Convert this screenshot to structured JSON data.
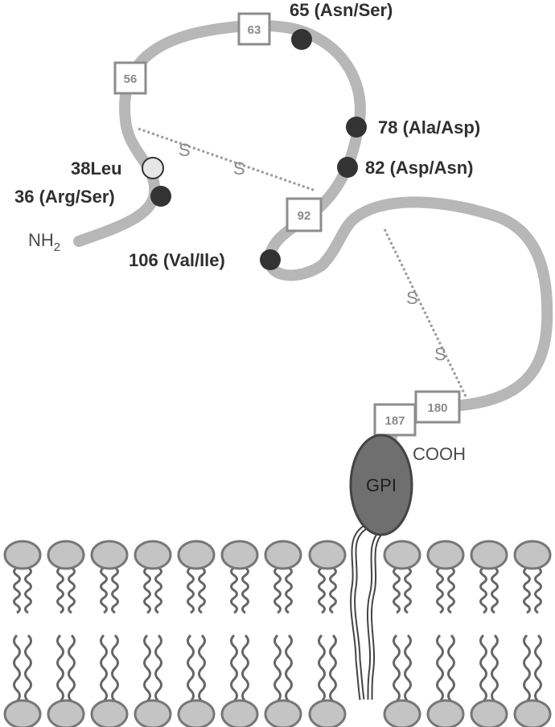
{
  "terminals": {
    "n_term": "NH",
    "n_term_sub": "2",
    "c_term": "COOH"
  },
  "anchor": {
    "label": "GPI"
  },
  "residue_boxes": [
    "56",
    "63",
    "92",
    "180",
    "187"
  ],
  "polymorphisms": [
    {
      "label": "65 (Asn/Ser)",
      "state": "variant"
    },
    {
      "label": "78 (Ala/Asp)",
      "state": "variant"
    },
    {
      "label": "82 (Asp/Asn)",
      "state": "variant"
    },
    {
      "label": "36 (Arg/Ser)",
      "state": "variant"
    },
    {
      "label": "106 (Val/Ile)",
      "state": "variant"
    },
    {
      "label": "38Leu",
      "state": "conserved"
    }
  ],
  "disulfide_bonds": [
    {
      "labels": [
        "S",
        "S"
      ]
    },
    {
      "labels": [
        "S",
        "S"
      ]
    }
  ],
  "colors": {
    "chain": "#b7b7b7",
    "variant_dot": "#333333",
    "conserved_dot": "#e6e6e6",
    "gpi": "#6f6f6f",
    "lipid_head": "#c4c4c4",
    "box_stroke": "#8c8c8c"
  }
}
